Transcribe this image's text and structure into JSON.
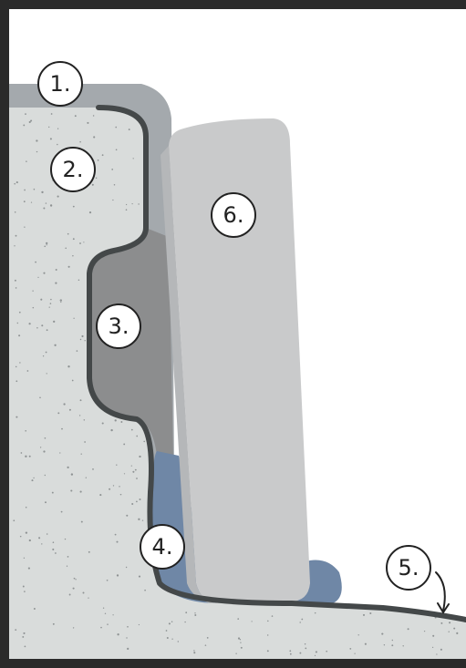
{
  "colors": {
    "frame": "#2a2a2a",
    "background": "#ffffff",
    "substrate": "#d9dcdb",
    "substrate_speckle": "#8f9394",
    "outer_layer": "#a4a9ad",
    "layer_2_line": "#444849",
    "layer_3": "#8c8d8e",
    "layer_4": "#6f87a6",
    "block_6": "#c9cacb",
    "block_6_edge": "#b5b7b9",
    "outline": "#444849",
    "label_circle_fill": "#ffffff",
    "label_circle_stroke": "#222222"
  },
  "labels": [
    {
      "id": "label-1",
      "text": "1."
    },
    {
      "id": "label-2",
      "text": "2."
    },
    {
      "id": "label-3",
      "text": "3."
    },
    {
      "id": "label-4",
      "text": "4."
    },
    {
      "id": "label-5",
      "text": "5."
    },
    {
      "id": "label-6",
      "text": "6."
    }
  ]
}
